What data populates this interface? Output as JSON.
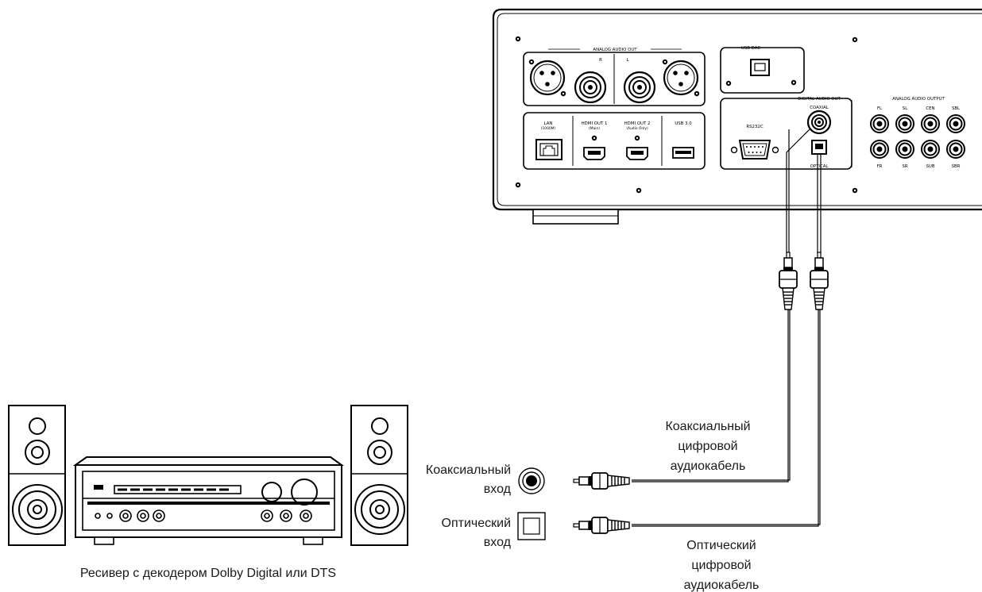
{
  "player_panel": {
    "analog_audio_out": "ANALOG AUDIO OUT",
    "channel_r": "R",
    "channel_l": "L",
    "usb_dac": "USB DAC",
    "digital_audio_out": "DIGITAL AUDIO OUT",
    "coaxial": "COAXIAL",
    "optical": "OPTICAL",
    "rs232c": "RS232C",
    "lan": "LAN",
    "lan_sub": "(1000M)",
    "hdmi_out_1": "HDMI OUT 1",
    "hdmi_out_1_sub": "(Main)",
    "hdmi_out_2": "HDMI OUT 2",
    "hdmi_out_2_sub": "(Audio Only)",
    "usb_30": "USB 3.0",
    "analog_audio_output": "ANALOG AUDIO OUTPUT",
    "ch_fl": "FL",
    "ch_sl": "SL",
    "ch_cen": "CEN",
    "ch_sbl": "SBL",
    "ch_fr": "FR",
    "ch_sr": "SR",
    "ch_sub": "SUB",
    "ch_sbr": "SBR"
  },
  "labels": {
    "coax_input_line1": "Коаксиальный",
    "coax_input_line2": "вход",
    "optical_input_line1": "Оптический",
    "optical_input_line2": "вход",
    "coax_cable_line1": "Коаксиальный",
    "coax_cable_line2": "цифровой",
    "coax_cable_line3": "аудиокабель",
    "optical_cable_line1": "Оптический",
    "optical_cable_line2": "цифровой",
    "optical_cable_line3": "аудиокабель",
    "receiver_caption": "Ресивер с декодером Dolby Digital или DTS"
  }
}
